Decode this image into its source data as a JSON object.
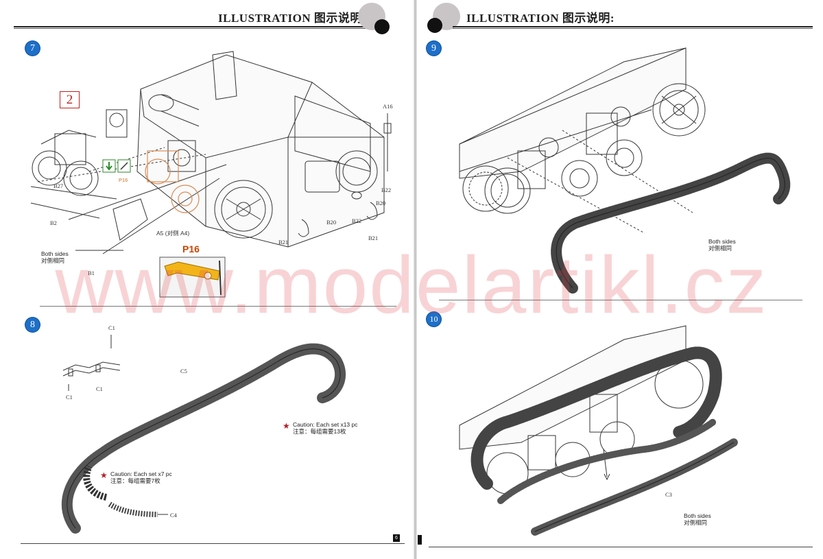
{
  "header": {
    "left_title": "ILLUSTRATION 图示说明:",
    "right_title": "ILLUSTRATION 图示说明:"
  },
  "steps": {
    "step7": {
      "number": "7",
      "box_number": "2",
      "labels": {
        "b27": "B27",
        "b2": "B2",
        "b1": "B1",
        "p16_small": "P16",
        "a5": "A5 (对侧 A4)",
        "a16": "A16",
        "b22a": "B22",
        "b20a": "B20",
        "b22b": "B22",
        "b21a": "B21",
        "b20b": "B20",
        "b21b": "B21"
      },
      "note_en": "Both sides",
      "note_cn": "对侧相同",
      "p16_tag": "P16"
    },
    "step8": {
      "number": "8",
      "labels": {
        "c1a": "C1",
        "c1b": "C1",
        "c1c": "C1",
        "c5": "C5",
        "c4": "C4"
      },
      "caution1_en": "Caution: Each set x13 pc",
      "caution1_cn": "注意：每组需要13枚",
      "caution2_en": "Caution: Each set x7 pc",
      "caution2_cn": "注意：每组需要7枚"
    },
    "step9": {
      "number": "9",
      "note_en": "Both sides",
      "note_cn": "对侧相同"
    },
    "step10": {
      "number": "10",
      "labels": {
        "c3": "C3"
      },
      "note_en": "Both sides",
      "note_cn": "对侧相同"
    }
  },
  "watermark": "www.modelartikl.cz",
  "footer": {
    "page_number": "6"
  },
  "colors": {
    "badge": "#1e6fc8",
    "accent_red": "#b22222",
    "watermark": "#e23c44",
    "highlight_part": "#d07020"
  }
}
